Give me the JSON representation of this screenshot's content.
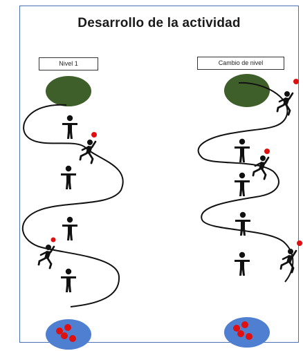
{
  "title": "Desarrollo de la actividad",
  "labels": {
    "left": "Nivel 1",
    "right": "Cambio de nivel"
  },
  "colors": {
    "frame_border": "#4a6fb5",
    "start_circle": "#3f5f2a",
    "end_circle": "#4f7fd0",
    "ball": "#e01010",
    "figure": "#111111"
  },
  "icons": {
    "person": "standing-person-icon",
    "runner": "running-person-with-ball-icon",
    "ball": "ball-icon"
  }
}
